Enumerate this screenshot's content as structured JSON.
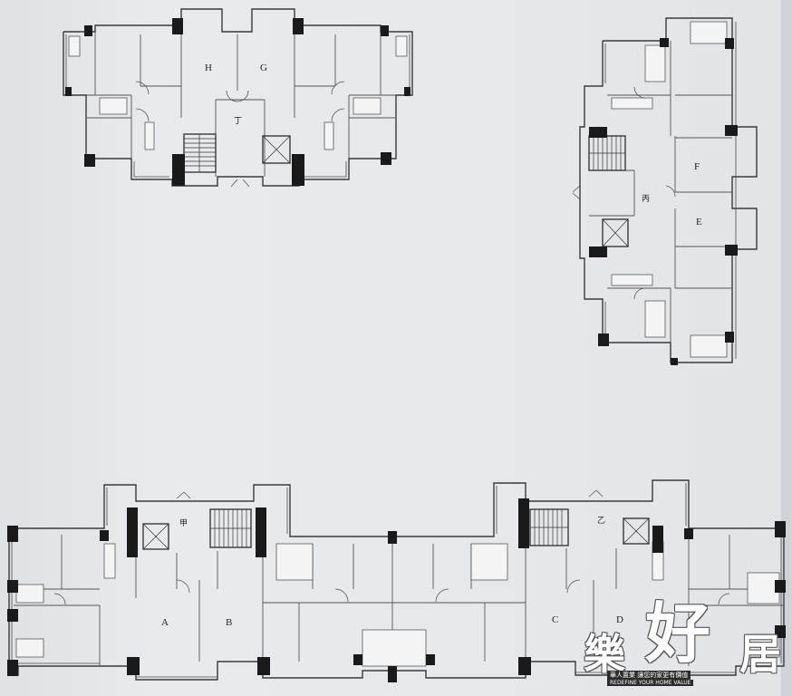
{
  "plan_labels": {
    "H": "H",
    "G": "G",
    "ding": "丁",
    "F": "F",
    "bing": "丙",
    "E": "E",
    "jia": "甲",
    "yi": "乙",
    "A": "A",
    "B": "B",
    "C": "C",
    "D": "D"
  },
  "watermark": {
    "le": "樂",
    "hao": "好",
    "ju": "居",
    "line1": "華人置業 讓您的家更有價值",
    "line2": "REDEFINE YOUR HOME VALUE"
  }
}
